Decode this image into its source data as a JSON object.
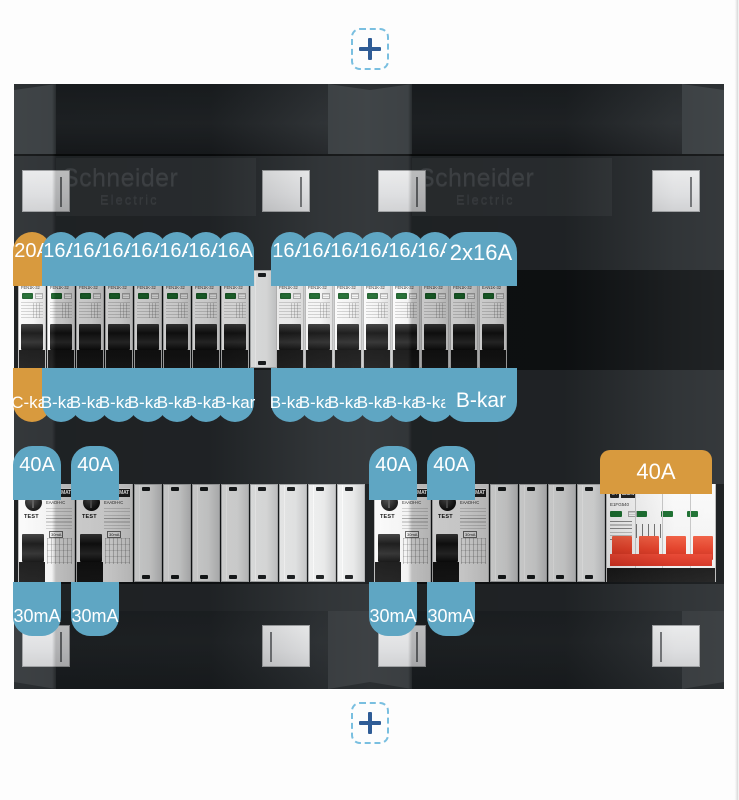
{
  "add_buttons": {
    "top_label": "+",
    "bottom_label": "+",
    "icon": "plus-icon"
  },
  "brand": {
    "name": "Schneider",
    "sub": "Electric"
  },
  "module_face": {
    "logo_mark": "C4",
    "logo_name": "EMAT",
    "mcb_code": "FEN1K-32",
    "mcb_code_alt": "EAN1K-32",
    "rcd_code": "EAADH-IC",
    "rcd_test_label": "TEST",
    "rcd_rating_note": "30mA",
    "pole4_code": "E1FG540"
  },
  "rows": [
    {
      "id": "row-top",
      "left_group": {
        "breakers": [
          {
            "amp": "20A",
            "curve": "C-kar",
            "color": "#d89a3e",
            "type": "mcb"
          },
          {
            "amp": "16A",
            "curve": "B-kar",
            "color": "#5fa6c3",
            "type": "mcb"
          },
          {
            "amp": "16A",
            "curve": "B-kar",
            "color": "#5fa6c3",
            "type": "mcb"
          },
          {
            "amp": "16A",
            "curve": "B-kar",
            "color": "#5fa6c3",
            "type": "mcb"
          },
          {
            "amp": "16A",
            "curve": "B-kar",
            "color": "#5fa6c3",
            "type": "mcb"
          },
          {
            "amp": "16A",
            "curve": "B-kar",
            "color": "#5fa6c3",
            "type": "mcb"
          },
          {
            "amp": "16A",
            "curve": "B-kar",
            "color": "#5fa6c3",
            "type": "mcb"
          },
          {
            "amp": "16A",
            "curve": "B-kar",
            "color": "#5fa6c3",
            "type": "mcb"
          }
        ],
        "blank_count": 8
      },
      "right_group": {
        "breakers": [
          {
            "amp": "16A",
            "curve": "B-kar",
            "color": "#5fa6c3",
            "type": "mcb"
          },
          {
            "amp": "16A",
            "curve": "B-kar",
            "color": "#5fa6c3",
            "type": "mcb"
          },
          {
            "amp": "16A",
            "curve": "B-kar",
            "color": "#5fa6c3",
            "type": "mcb"
          },
          {
            "amp": "16A",
            "curve": "B-kar",
            "color": "#5fa6c3",
            "type": "mcb"
          },
          {
            "amp": "16A",
            "curve": "B-kar",
            "color": "#5fa6c3",
            "type": "mcb"
          },
          {
            "amp": "16A",
            "curve": "B-kar",
            "color": "#5fa6c3",
            "type": "mcb"
          },
          {
            "amp": "2x16A",
            "curve": "B-kar",
            "color": "#5fa6c3",
            "type": "mcb-double"
          }
        ],
        "blank_count": 0
      }
    },
    {
      "id": "row-bottom",
      "left_group": {
        "devices": [
          {
            "amp": "40A",
            "sensitivity": "30mA",
            "color": "#5fa6c3",
            "type": "rcd"
          },
          {
            "amp": "40A",
            "sensitivity": "30mA",
            "color": "#5fa6c3",
            "type": "rcd"
          }
        ],
        "blank_count": 8
      },
      "right_group": {
        "devices": [
          {
            "amp": "40A",
            "sensitivity": "30mA",
            "color": "#5fa6c3",
            "type": "rcd"
          },
          {
            "amp": "40A",
            "sensitivity": "30mA",
            "color": "#5fa6c3",
            "type": "rcd"
          },
          {
            "amp": "40A",
            "sensitivity": "",
            "color": "#d89a3e",
            "type": "main-4pole"
          }
        ],
        "blank_count": 4
      }
    }
  ],
  "colors": {
    "badge_blue": "#5fa6c3",
    "badge_orange": "#d89a3e",
    "enclosure_dark": "#262a2d",
    "add_button_border": "#79bfe0",
    "add_button_plus": "#2f5c96",
    "main_breaker_red": "#e23a22"
  },
  "labels": {
    "top_badge_20a": "20A",
    "top_badge_16a": "16A",
    "top_badge_2x16a": "2x16A",
    "curve_c": "C-kar",
    "curve_b": "B-kar",
    "rcd_40a": "40A",
    "rcd_30ma": "30mA",
    "main_40a": "40A"
  }
}
